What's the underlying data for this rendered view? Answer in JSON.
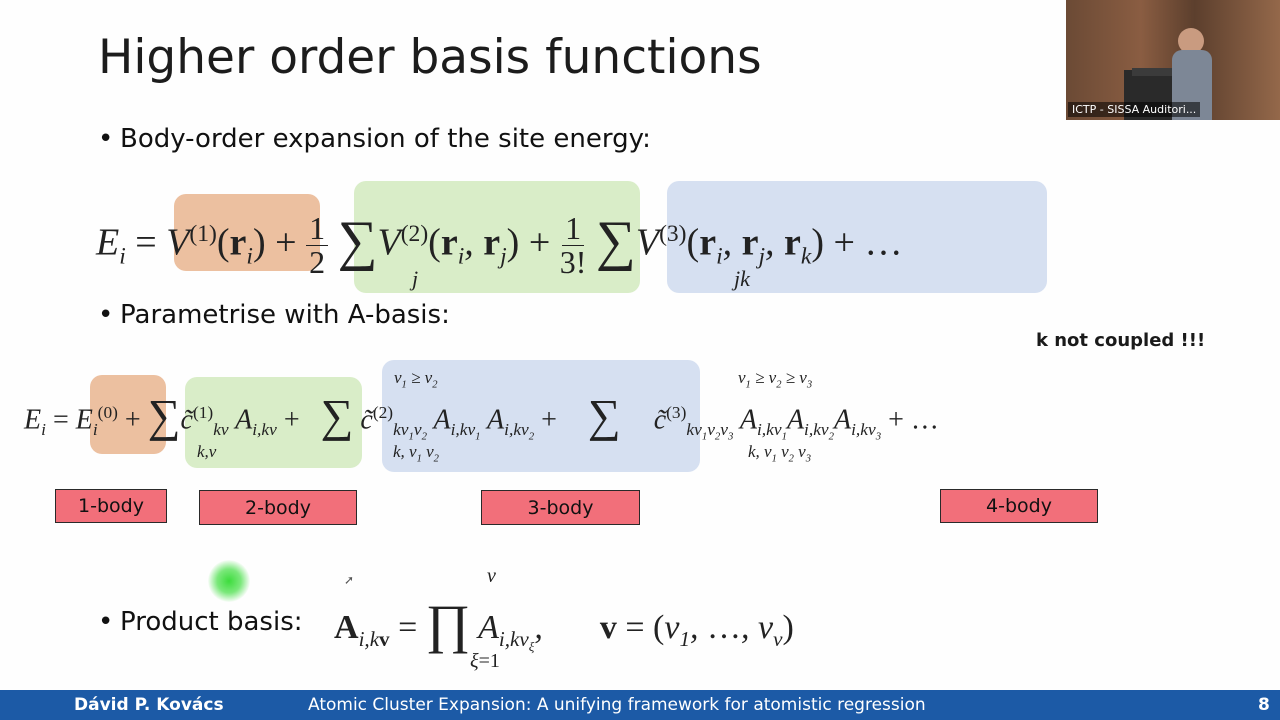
{
  "slide": {
    "title": "Higher order basis functions",
    "bullets": {
      "b1": "Body-order expansion of the site energy:",
      "b2": "Parametrise with A-basis:",
      "b3": "Product basis:"
    },
    "note": "k not coupled !!!",
    "body_labels": [
      "1-body",
      "2-body",
      "3-body",
      "4-body"
    ],
    "colors": {
      "orange_box": "#ecc0a0",
      "green_box": "#d9edc8",
      "blue_box": "#d6e0f1",
      "label_fill": "#f26f7a",
      "footer": "#1c5aa6"
    }
  },
  "footer": {
    "author": "Dávid P. Kovács",
    "talk_title": "Atomic Cluster Expansion: A unifying framework for atomistic regression",
    "page": "8"
  },
  "video": {
    "label": "ICTP - SISSA Auditori..."
  }
}
